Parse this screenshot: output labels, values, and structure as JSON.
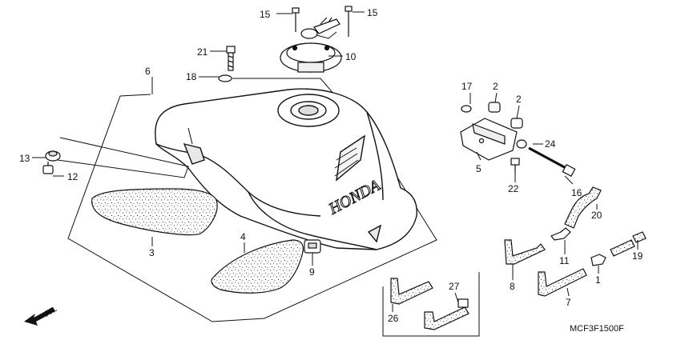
{
  "diagram": {
    "code": "MCF3F1500F",
    "direction_label": "FR.",
    "brand_text": "HONDA",
    "callouts": {
      "c1": "1",
      "c2a": "2",
      "c2b": "2",
      "c3": "3",
      "c4": "4",
      "c5": "5",
      "c6": "6",
      "c7": "7",
      "c8": "8",
      "c9": "9",
      "c10": "10",
      "c11": "11",
      "c12": "12",
      "c13": "13",
      "c15a": "15",
      "c15b": "15",
      "c16": "16",
      "c17": "17",
      "c18": "18",
      "c19": "19",
      "c20": "20",
      "c21": "21",
      "c22": "22",
      "c24": "24",
      "c26": "26",
      "c27": "27"
    }
  }
}
